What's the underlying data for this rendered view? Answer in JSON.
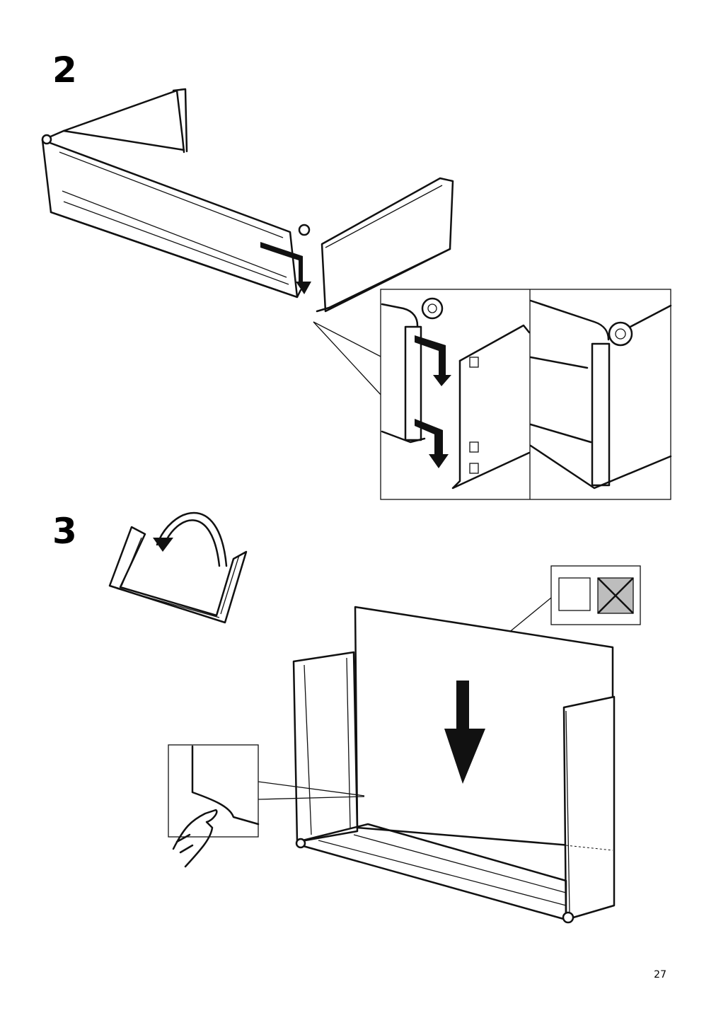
{
  "steps": [
    {
      "number": "2"
    },
    {
      "number": "3"
    }
  ],
  "page_number": "27"
}
